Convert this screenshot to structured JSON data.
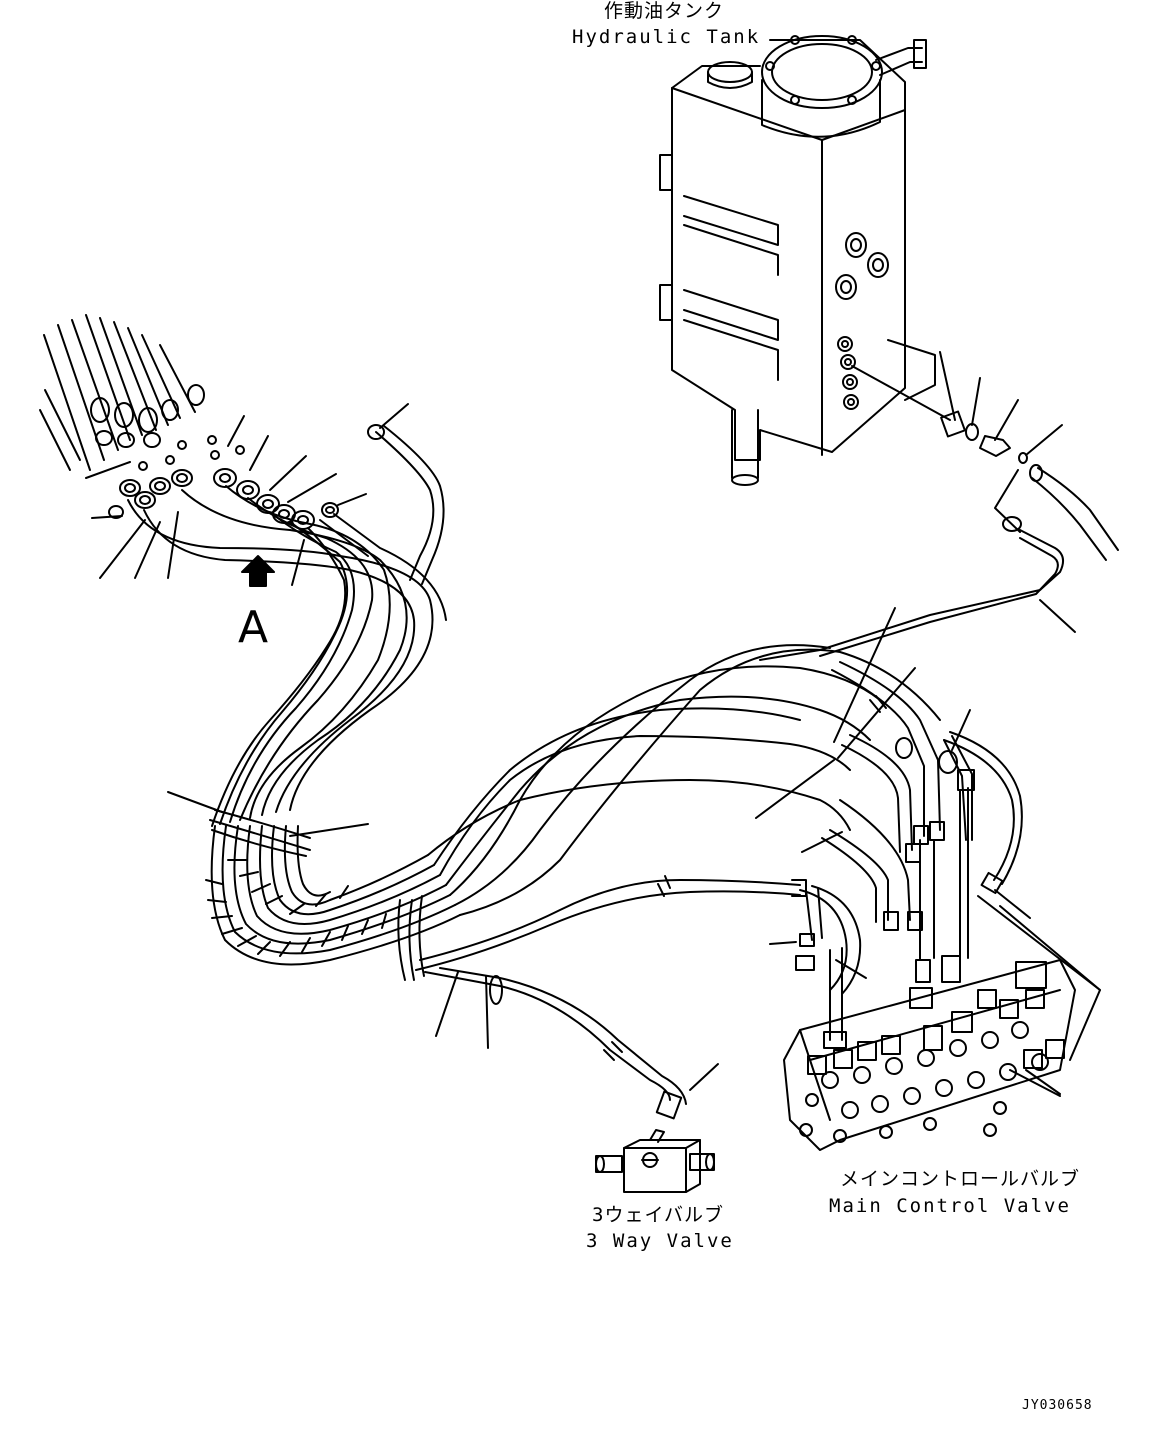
{
  "labels": {
    "hydraulic_tank_jp": "作動油タンク",
    "hydraulic_tank_en": "Hydraulic Tank",
    "view_callout": "A",
    "three_way_valve_jp": "3ウェイバルブ",
    "three_way_valve_en": "3 Way Valve",
    "main_control_valve_jp": "メインコントロールバルブ",
    "main_control_valve_en": "Main Control Valve",
    "drawing_code": "JY030658"
  },
  "colors": {
    "line": "#000000",
    "background": "#ffffff"
  }
}
